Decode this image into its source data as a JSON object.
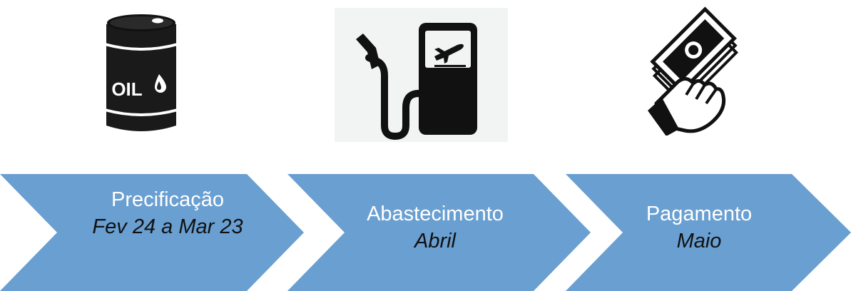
{
  "colors": {
    "chevron_fill": "#6a9fd1",
    "icon_color": "#111111",
    "stage_title_color": "#ffffff",
    "stage_period_color": "#111111"
  },
  "icons": {
    "barrel": {
      "name": "oil-barrel-icon",
      "label": "OIL"
    },
    "pump": {
      "name": "aviation-fuel-pump-icon"
    },
    "payment": {
      "name": "cash-payment-hand-icon"
    }
  },
  "stages": [
    {
      "title": "Precificação",
      "period": "Fev 24 a Mar 23"
    },
    {
      "title": "Abastecimento",
      "period": "Abril"
    },
    {
      "title": "Pagamento",
      "period": "Maio"
    }
  ]
}
